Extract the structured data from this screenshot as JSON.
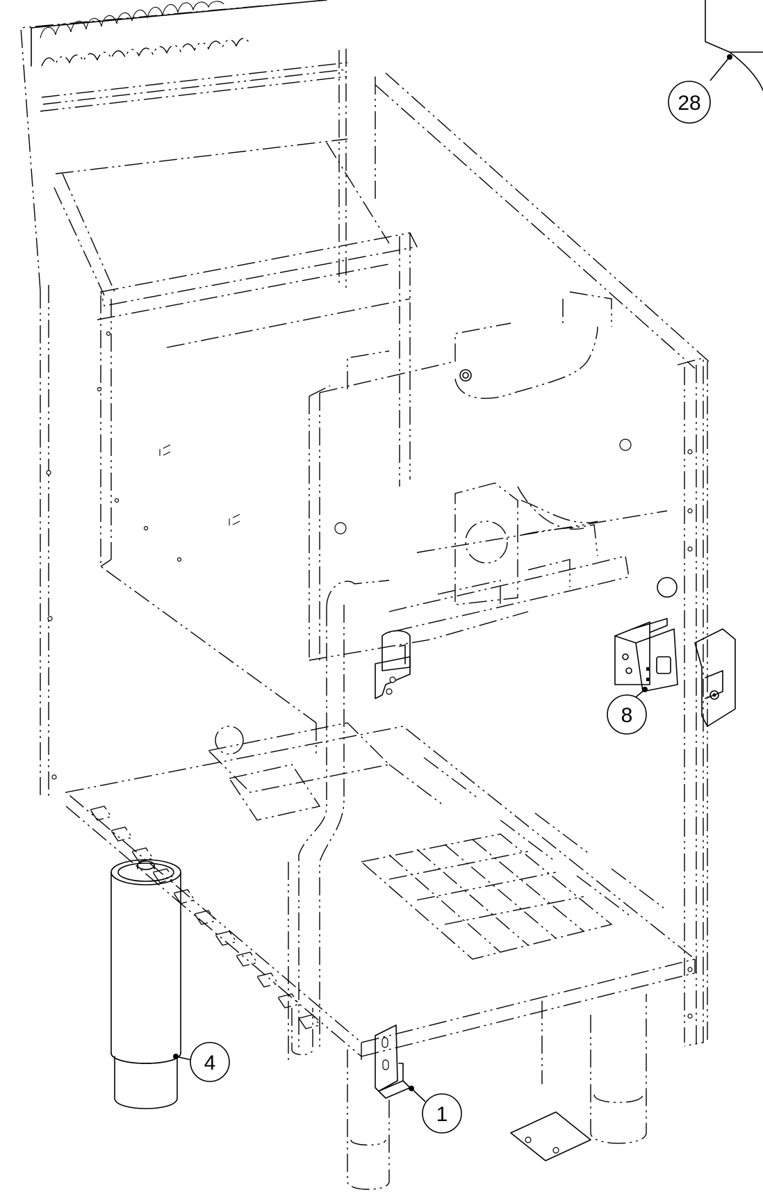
{
  "diagram": {
    "callouts": [
      {
        "id": "callout-28",
        "label": "28",
        "part": "component-upper-right"
      },
      {
        "id": "callout-8",
        "label": "8",
        "part": "control-module"
      },
      {
        "id": "callout-4",
        "label": "4",
        "part": "leg-caster"
      },
      {
        "id": "callout-1",
        "label": "1",
        "part": "leg-bracket"
      }
    ]
  }
}
